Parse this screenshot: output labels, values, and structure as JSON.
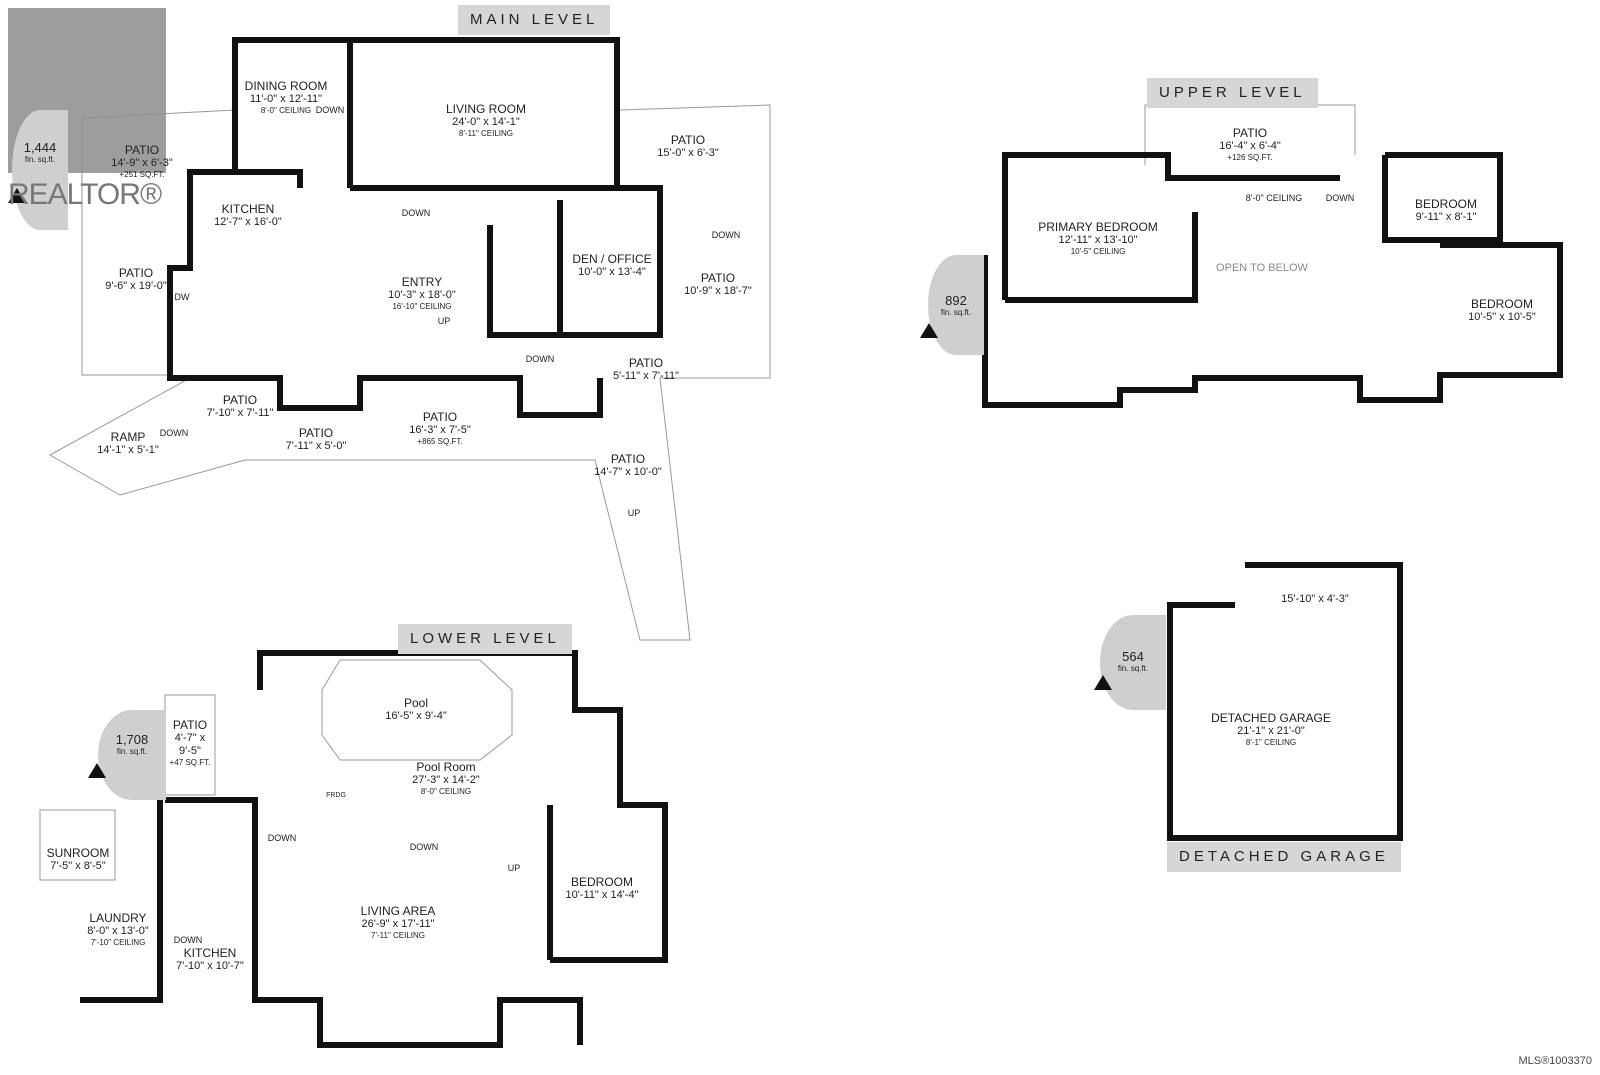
{
  "watermark": {
    "brand": "REALTOR",
    "mls_number": "MLS®1003370"
  },
  "main_level": {
    "title": "MAIN LEVEL",
    "fin_sqft": "1,444",
    "fin_sqft_unit": "fin. sq.ft.",
    "rooms": [
      {
        "name": "DINING ROOM",
        "dims": "11'-0\" x 12'-11\"",
        "ceiling": "8'-0\" CEILING"
      },
      {
        "name": "LIVING ROOM",
        "dims": "24'-0\" x 14'-1\"",
        "ceiling": "8'-11\" CEILING"
      },
      {
        "name": "PATIO",
        "dims": "15'-0\" x 6'-3\""
      },
      {
        "name": "PATIO",
        "dims": "14'-9\" x 6'-3\"",
        "extra": "+251 SQ.FT."
      },
      {
        "name": "KITCHEN",
        "dims": "12'-7\" x 16'-0\""
      },
      {
        "name": "PATIO",
        "dims": "9'-6\" x 19'-0\""
      },
      {
        "name": "ENTRY",
        "dims": "10'-3\" x 18'-0\"",
        "ceiling": "16'-10\" CEILING"
      },
      {
        "name": "DEN / OFFICE",
        "dims": "10'-0\" x 13'-4\""
      },
      {
        "name": "PATIO",
        "dims": "10'-9\" x 18'-7\""
      },
      {
        "name": "PATIO",
        "dims": "5'-11\" x 7'-11\""
      },
      {
        "name": "PATIO",
        "dims": "7'-10\" x 7'-11\""
      },
      {
        "name": "RAMP",
        "dims": "14'-1\" x 5'-1\""
      },
      {
        "name": "PATIO",
        "dims": "7'-11\" x 5'-0\""
      },
      {
        "name": "PATIO",
        "dims": "16'-3\" x 7'-5\"",
        "extra": "+865 SQ.FT."
      },
      {
        "name": "PATIO",
        "dims": "14'-7\" x 10'-0\""
      }
    ],
    "notes": {
      "down1": "DOWN",
      "down2": "DOWN",
      "down3": "DOWN",
      "down4": "DOWN",
      "down5": "DOWN",
      "up1": "UP",
      "up2": "UP",
      "dw": "DW"
    }
  },
  "upper_level": {
    "title": "UPPER LEVEL",
    "fin_sqft": "892",
    "fin_sqft_unit": "fin. sq.ft.",
    "rooms": [
      {
        "name": "PATIO",
        "dims": "16'-4\" x 6'-4\"",
        "extra": "+126 SQ.FT."
      },
      {
        "name": "PRIMARY BEDROOM",
        "dims": "12'-11\" x 13'-10\"",
        "ceiling": "10'-5\" CEILING"
      },
      {
        "name": "BEDROOM",
        "dims": "9'-11\" x 8'-1\""
      },
      {
        "name": "BEDROOM",
        "dims": "10'-5\" x 10'-5\""
      }
    ],
    "notes": {
      "ceiling": "8'-0\" CEILING",
      "down": "DOWN",
      "open": "OPEN TO BELOW"
    }
  },
  "lower_level": {
    "title": "LOWER LEVEL",
    "fin_sqft": "1,708",
    "fin_sqft_unit": "fin. sq.ft.",
    "rooms": [
      {
        "name": "Pool",
        "dims": "16'-5\" x 9'-4\""
      },
      {
        "name": "PATIO",
        "dims": "4'-7\" x",
        "dims2": "9'-5\"",
        "extra": "+47 SQ.FT."
      },
      {
        "name": "Pool Room",
        "dims": "27'-3\" x 14'-2\"",
        "ceiling": "8'-0\" CEILING"
      },
      {
        "name": "SUNROOM",
        "dims": "7'-5\" x 8'-5\""
      },
      {
        "name": "LAUNDRY",
        "dims": "8'-0\" x 13'-0\"",
        "ceiling": "7'-10\" CEILING"
      },
      {
        "name": "KITCHEN",
        "dims": "7'-10\" x 10'-7\""
      },
      {
        "name": "LIVING AREA",
        "dims": "26'-9\" x 17'-11\"",
        "ceiling": "7'-11\" CEILING"
      },
      {
        "name": "BEDROOM",
        "dims": "10'-11\" x 14'-4\""
      }
    ],
    "notes": {
      "down1": "DOWN",
      "down2": "DOWN",
      "down3": "DOWN",
      "up": "UP",
      "frdg": "FRDG"
    }
  },
  "garage": {
    "title": "DETACHED GARAGE",
    "fin_sqft": "564",
    "fin_sqft_unit": "fin. sq.ft.",
    "rooms": [
      {
        "name": "",
        "dims": "15'-10\" x 4'-3\""
      },
      {
        "name": "DETACHED GARAGE",
        "dims": "21'-1\" x 21'-0\"",
        "ceiling": "8'-1\" CEILING"
      }
    ]
  }
}
